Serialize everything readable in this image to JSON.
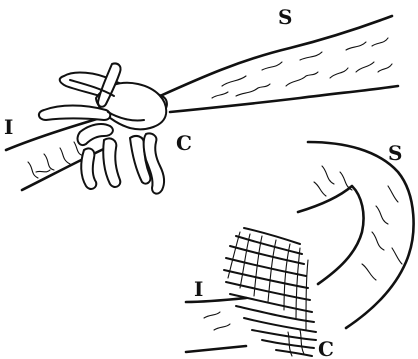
{
  "labels": {
    "top_stomach": "S",
    "top_intestine": "I",
    "top_caeca": "C",
    "bottom_stomach": "S",
    "bottom_intestine": "I",
    "bottom_caeca": "C"
  },
  "colors": {
    "ink": "#111111",
    "paper": "#ffffff"
  }
}
